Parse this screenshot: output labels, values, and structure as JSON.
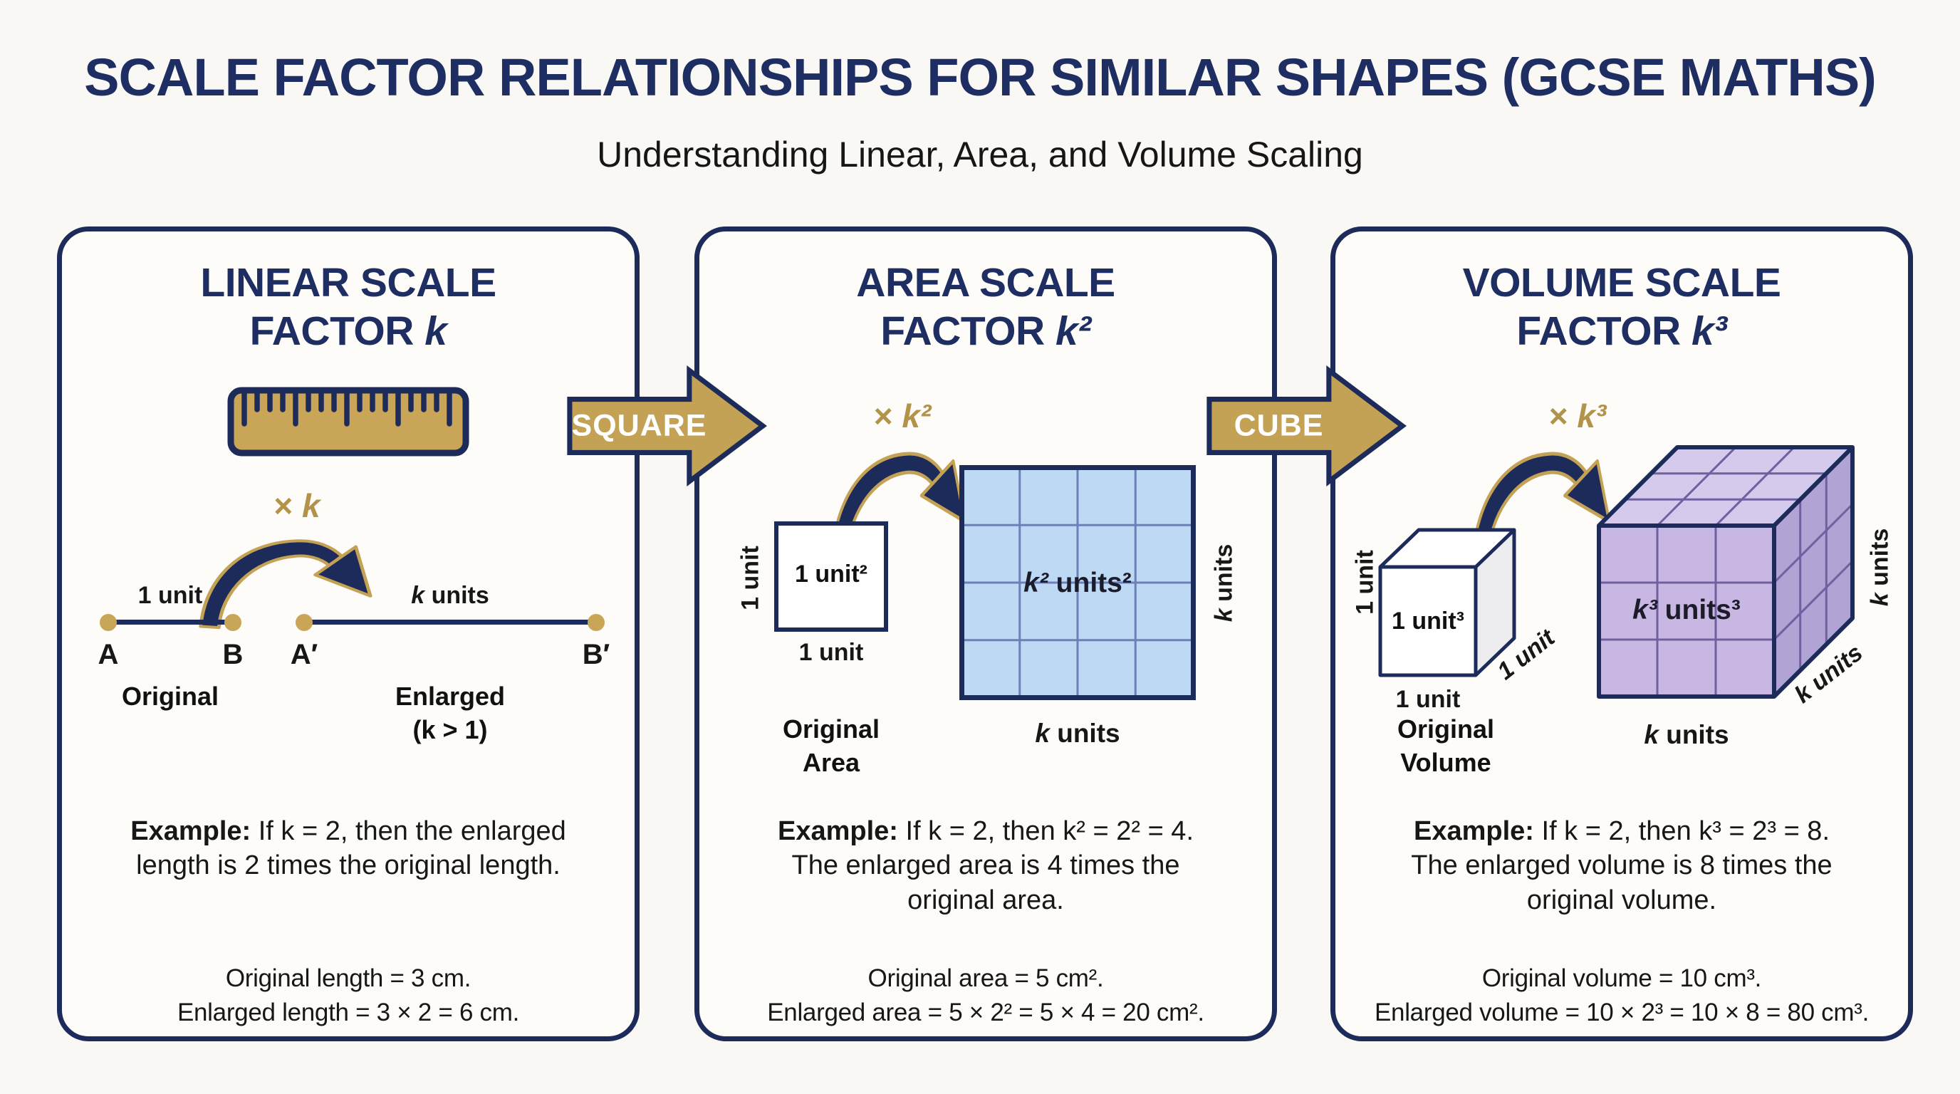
{
  "header": {
    "title": "SCALE FACTOR RELATIONSHIPS FOR SIMILAR SHAPES (GCSE MATHS)",
    "subtitle": "Understanding Linear, Area, and Volume Scaling"
  },
  "connectors": {
    "square_label": "SQUARE",
    "cube_label": "CUBE"
  },
  "colors": {
    "navy": "#1d2b5a",
    "title_navy": "#1e2e62",
    "gold": "#c9a558",
    "gold_text": "#b3924a",
    "blue_fill": "#bdd9f4",
    "blue_grid": "#6d80b8",
    "purple_front": "#c7b7e2",
    "purple_top": "#d5c9ec",
    "purple_right": "#b1a3d3",
    "purple_grid": "#70609f",
    "background": "#faf8f4",
    "text": "#171717"
  },
  "panels": {
    "linear": {
      "title1": "LINEAR SCALE",
      "title2_prefix": "FACTOR ",
      "title2_k": "k",
      "mult_sign": "×",
      "mult_k": " k",
      "seg1_label": "1 unit",
      "seg2_k": "k",
      "seg2_rest": " units",
      "point_a": "A",
      "point_b": "B",
      "point_a_prime": "A′",
      "point_b_prime": "B′",
      "caption_original": "Original",
      "caption_enlarged": "Enlarged",
      "caption_enlarged_condition": "(k > 1)",
      "example_bold": "Example:",
      "example_line1": " If k = 2, then the enlarged",
      "example_line2": "length is 2 times the original length.",
      "stat1": "Original length = 3 cm.",
      "stat2": "Enlarged length = 3 × 2 = 6 cm."
    },
    "area": {
      "title1": "AREA SCALE",
      "title2_prefix": "FACTOR ",
      "title2_k": "k²",
      "mult_sign": "×",
      "mult_k": " k²",
      "small_label": "1 unit²",
      "small_side": "1 unit",
      "small_bottom": "1 unit",
      "big_k": "k²",
      "big_rest": " units²",
      "right_k": "k",
      "right_rest": " units",
      "bottom_k": "k",
      "bottom_rest": " units",
      "caption1": "Original",
      "caption2": "Area",
      "example_bold": "Example:",
      "example_line1": " If k = 2, then k² = 2² = 4.",
      "example_line2": "The enlarged area is 4 times the",
      "example_line3": "original area.",
      "stat1": "Original area = 5 cm².",
      "stat2": "Enlarged area = 5 × 2² = 5 × 4 = 20 cm²."
    },
    "volume": {
      "title1": "VOLUME SCALE",
      "title2_prefix": "FACTOR ",
      "title2_k": "k³",
      "mult_sign": "×",
      "mult_k": " k³",
      "small_label": "1 unit³",
      "small_side": "1 unit",
      "small_bottom": "1 unit",
      "small_depth": "1 unit",
      "big_k": "k³",
      "big_rest": " units³",
      "right_k": "k",
      "right_rest": " units",
      "depth_k": "k",
      "depth_rest": " units",
      "bottom_k": "k",
      "bottom_rest": " units",
      "caption1": "Original",
      "caption2": "Volume",
      "example_bold": "Example:",
      "example_line1": " If k = 2, then k³ = 2³ = 8.",
      "example_line2": "The enlarged volume is 8 times the",
      "example_line3": "original volume.",
      "stat1": "Original volume = 10 cm³.",
      "stat2": "Enlarged volume = 10 × 2³ = 10 × 8 = 80 cm³."
    }
  }
}
